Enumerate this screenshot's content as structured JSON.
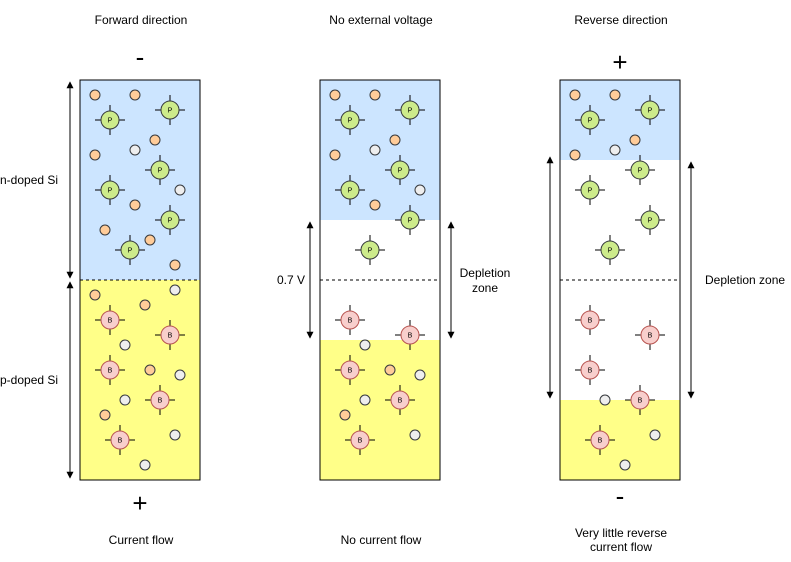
{
  "colors": {
    "n_region": "#cce5ff",
    "p_region": "#ffff88",
    "depletion": "#ffffff",
    "phosphorus_atom": "#cdeb8b",
    "phosphorus_stroke": "#36393d",
    "boron_atom": "#f8cecc",
    "boron_stroke": "#b85450",
    "electron": "#ffcc99",
    "electron_stroke": "#36393d",
    "hole": "#eeeeee"
  },
  "atom_labels": {
    "phosphorus": "P",
    "boron": "B"
  },
  "panels": [
    {
      "id": "forward",
      "title": "Forward direction",
      "top_sign": "-",
      "bottom_sign": "+",
      "caption_lines": [
        "Current flow"
      ]
    },
    {
      "id": "equilibrium",
      "title": "No external voltage",
      "top_sign": "",
      "bottom_sign": "",
      "caption_lines": [
        "No current flow"
      ]
    },
    {
      "id": "reverse",
      "title": "Reverse direction",
      "top_sign": "+",
      "bottom_sign": "-",
      "caption_lines": [
        "Very little reverse",
        "current flow"
      ]
    }
  ],
  "labels": {
    "n_doped": "n-doped Si",
    "p_doped": "p-doped Si",
    "voltage": "0.7 V",
    "depletion_two_line": [
      "Depletion",
      "zone"
    ],
    "depletion_one_line": "Depletion zone"
  }
}
